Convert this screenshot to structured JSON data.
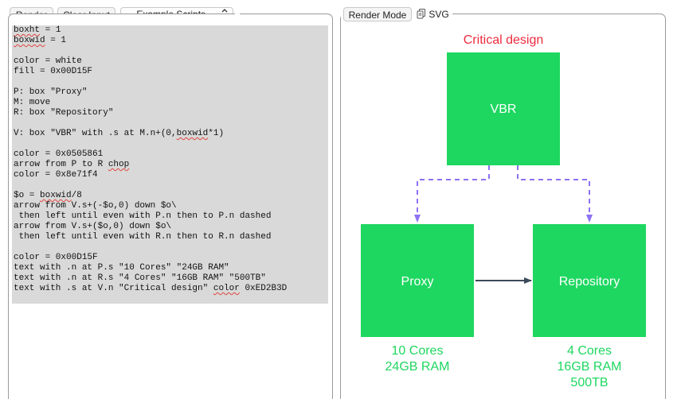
{
  "toolbar": {
    "render_label": "Render",
    "clear_label": "Clear Input",
    "example_select_value": "-- Example Scripts --"
  },
  "output": {
    "render_mode_label": "Render Mode",
    "svg_tab_label": "SVG"
  },
  "script": {
    "lines": [
      "boxht = 1",
      "boxwid = 1",
      "",
      "color = white",
      "fill = 0x00D15F",
      "",
      "P: box \"Proxy\"",
      "M: move",
      "R: box \"Repository\"",
      "",
      "V: box \"VBR\" with .s at M.n+(0,boxwid*1)",
      "",
      "color = 0x0505861",
      "arrow from P to R chop",
      "color = 0x8e71f4",
      "",
      "$o = boxwid/8",
      "arrow from V.s+(-$o,0) down $o\\",
      " then left until even with P.n then to P.n dashed",
      "arrow from V.s+($o,0) down $o\\",
      " then left until even with R.n then to R.n dashed",
      "",
      "color = 0x00D15F",
      "text with .n at P.s \"10 Cores\" \"24GB RAM\"",
      "text with .n at R.s \"4 Cores\" \"16GB RAM\" \"500TB\"",
      "text with .s at V.n \"Critical design\" color 0xED2B3D"
    ]
  },
  "diagram": {
    "colors": {
      "box_fill": "#1ed760",
      "box_text": "#ffffff",
      "arrow_solid": "#3a4a5a",
      "arrow_dashed": "#8e71f4",
      "spec_text": "#1ed760",
      "title_text": "#ED2B3D"
    },
    "title": "Critical design",
    "boxes": {
      "vbr": "VBR",
      "proxy": "Proxy",
      "repository": "Repository"
    },
    "proxy_specs": [
      "10 Cores",
      "24GB RAM"
    ],
    "repository_specs": [
      "4 Cores",
      "16GB RAM",
      "500TB"
    ]
  }
}
